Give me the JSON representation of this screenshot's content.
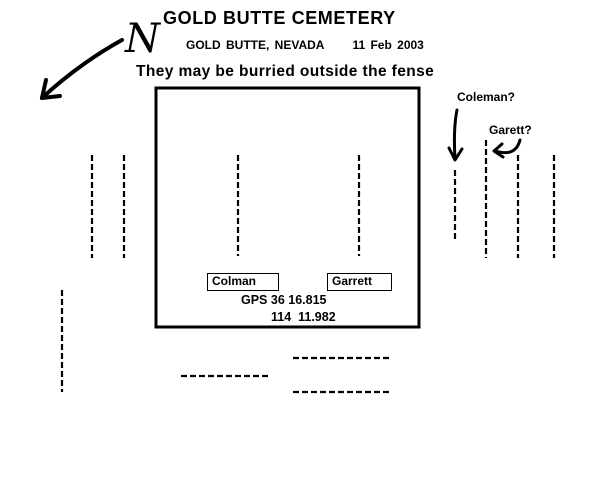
{
  "diagram": {
    "north_label": "N",
    "title": "GOLD BUTTE CEMETERY",
    "location": "GOLD BUTTE, NEVADA",
    "date": "11 Feb 2003",
    "note": "They may be burried outside the fense",
    "outside_labels": [
      "Coleman?",
      "Garett?"
    ],
    "graves": [
      {
        "name": "Colman"
      },
      {
        "name": "Garrett"
      }
    ],
    "gps": {
      "line1": "GPS 36 16.815",
      "line2": "114  11.982"
    }
  }
}
